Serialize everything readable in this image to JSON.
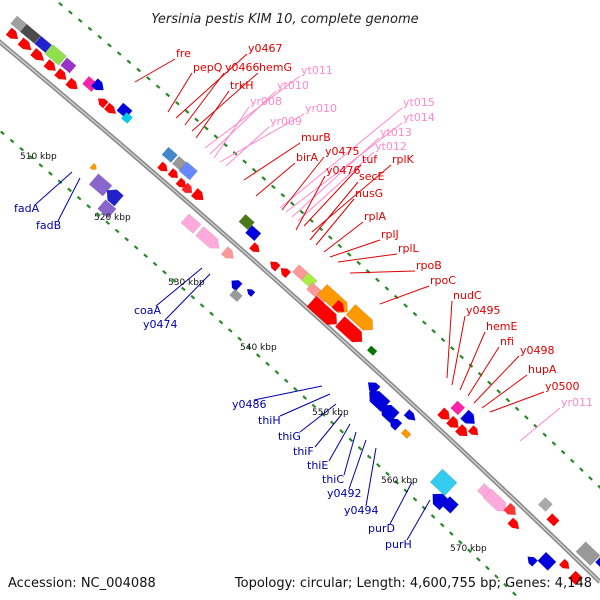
{
  "title": "Yersinia pestis KIM 10, complete genome",
  "footer": {
    "accession": "Accession: NC_004088",
    "summary": "Topology: circular; Length: 4,600,755 bp; Genes: 4,148"
  },
  "colors": {
    "backbone": "#888888",
    "label_outer": "#e00000",
    "label_rna": "#ff88cc",
    "label_inner": "#0000aa",
    "tick": "#2a8a2a"
  },
  "scale_labels": [
    "510 kbp",
    "520 kbp",
    "530 kbp",
    "540 kbp",
    "550 kbp",
    "560 kbp",
    "570 kbp"
  ],
  "outer_labels": [
    {
      "text": "fre",
      "color": "red"
    },
    {
      "text": "pepQ",
      "color": "red"
    },
    {
      "text": "y0467",
      "color": "red"
    },
    {
      "text": "y0466",
      "color": "red"
    },
    {
      "text": "hemG",
      "color": "red"
    },
    {
      "text": "trkH",
      "color": "red"
    },
    {
      "text": "yt011",
      "color": "pink"
    },
    {
      "text": "yt010",
      "color": "pink"
    },
    {
      "text": "yr008",
      "color": "pink"
    },
    {
      "text": "yr010",
      "color": "pink"
    },
    {
      "text": "yr009",
      "color": "pink"
    },
    {
      "text": "murB",
      "color": "red"
    },
    {
      "text": "yt015",
      "color": "pink"
    },
    {
      "text": "yt014",
      "color": "pink"
    },
    {
      "text": "yt013",
      "color": "pink"
    },
    {
      "text": "yt012",
      "color": "pink"
    },
    {
      "text": "birA",
      "color": "red"
    },
    {
      "text": "y0475",
      "color": "red"
    },
    {
      "text": "tuf",
      "color": "red"
    },
    {
      "text": "rplK",
      "color": "red"
    },
    {
      "text": "y0476",
      "color": "red"
    },
    {
      "text": "secE",
      "color": "red"
    },
    {
      "text": "nusG",
      "color": "red"
    },
    {
      "text": "rplA",
      "color": "red"
    },
    {
      "text": "rplJ",
      "color": "red"
    },
    {
      "text": "rplL",
      "color": "red"
    },
    {
      "text": "rpoB",
      "color": "red"
    },
    {
      "text": "rpoC",
      "color": "red"
    },
    {
      "text": "nudC",
      "color": "red"
    },
    {
      "text": "y0495",
      "color": "red"
    },
    {
      "text": "hemE",
      "color": "red"
    },
    {
      "text": "nfi",
      "color": "red"
    },
    {
      "text": "y0498",
      "color": "red"
    },
    {
      "text": "hupA",
      "color": "red"
    },
    {
      "text": "y0500",
      "color": "red"
    },
    {
      "text": "yr011",
      "color": "pink"
    }
  ],
  "inner_labels": [
    "fadA",
    "fadB",
    "coaA",
    "y0474",
    "y0486",
    "thiH",
    "thiG",
    "thiF",
    "thiE",
    "thiC",
    "y0492",
    "y0494",
    "purD",
    "purH"
  ]
}
